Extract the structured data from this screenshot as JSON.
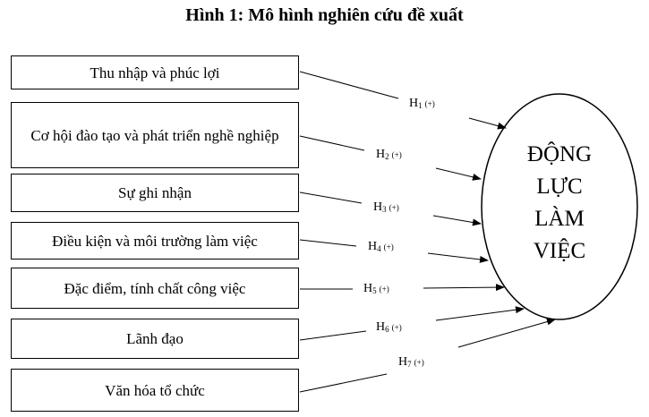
{
  "title": "Hình 1: Mô hình nghiên cứu đề xuất",
  "factors": [
    {
      "label": "Thu nhập và phúc lợi",
      "hypothesis": "H",
      "num": "1",
      "sign": "(+)"
    },
    {
      "label": "Cơ hội đào tạo và phát triển nghề nghiệp",
      "hypothesis": "H",
      "num": "2",
      "sign": "(+)"
    },
    {
      "label": "Sự ghi nhận",
      "hypothesis": "H",
      "num": "3",
      "sign": "(+)"
    },
    {
      "label": "Điều kiện và môi trường làm việc",
      "hypothesis": "H",
      "num": "4",
      "sign": "(+)"
    },
    {
      "label": "Đặc điểm, tính chất công việc",
      "hypothesis": "H",
      "num": "5",
      "sign": "(+)"
    },
    {
      "label": "Lãnh đạo",
      "hypothesis": "H",
      "num": "6",
      "sign": "(+)"
    },
    {
      "label": "Văn hóa tổ chức",
      "hypothesis": "H",
      "num": "7",
      "sign": "(+)"
    }
  ],
  "outcome": {
    "lines": [
      "ĐỘNG",
      "LỰC",
      "LÀM",
      "VIỆC"
    ]
  }
}
